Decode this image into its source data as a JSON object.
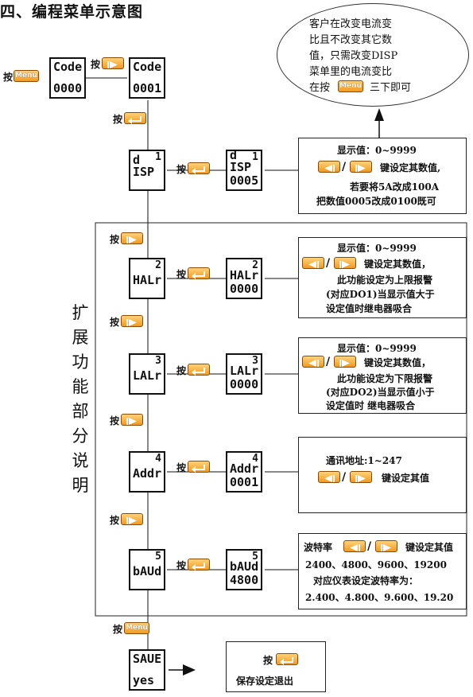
{
  "title": "四、编程菜单示意图",
  "press_label": "按",
  "keys": {
    "menu_text": "Menu"
  },
  "vertical_note": "扩展功能部分说明",
  "bubble": {
    "lines": [
      "客户在改变电流变",
      "比且不改变其它数",
      "值，只需改变DISP",
      "菜单里的电流变比",
      "在按",
      "三下即可"
    ]
  },
  "code_screens": [
    {
      "top": "Code",
      "bottom": "0000"
    },
    {
      "top": "Code",
      "bottom": "0001"
    }
  ],
  "menus": [
    {
      "top": "d ISP",
      "index": "1",
      "value_top": "d ISP",
      "value_index": "1",
      "value_bottom": "0005",
      "info": [
        "显示值：0~9999",
        "键设定其数值,",
        "若要将5A改成100A",
        "把数值0005改成0100既可"
      ]
    },
    {
      "top": "HALr",
      "index": "2",
      "value_top": "HALr",
      "value_index": "2",
      "value_bottom": "0000",
      "info": [
        "显示值：0~9999",
        "键设定其数值，",
        "此功能设定为上限报警",
        "(对应DO1)当显示值大于",
        "设定值时继电器吸合"
      ]
    },
    {
      "top": "LALr",
      "index": "3",
      "value_top": "LALr",
      "value_index": "3",
      "value_bottom": "0000",
      "info": [
        "显示值：0~9999",
        "键设定其数值，",
        "此功能设定为下限报警",
        "(对应DO2)当显示值小于",
        "设定值时 继电器吸合"
      ]
    },
    {
      "top": "Addr",
      "index": "4",
      "value_top": "Addr",
      "value_index": "4",
      "value_bottom": "0001",
      "info": [
        "通讯地址:1~247",
        "键设定其值"
      ]
    },
    {
      "top": "bAUd",
      "index": "5",
      "value_top": "bAUd",
      "value_index": "5",
      "value_bottom": "4800",
      "info": [
        "波特率",
        "键设定其值",
        "2400、4800、9600、19200",
        "对应仪表设定波特率为：",
        "2.400、4.800、9.600、19.20"
      ]
    }
  ],
  "save_screen": {
    "top": "SAUE",
    "bottom": "yes"
  },
  "save_box": {
    "line1": "按",
    "line2": "保存设定退出"
  }
}
